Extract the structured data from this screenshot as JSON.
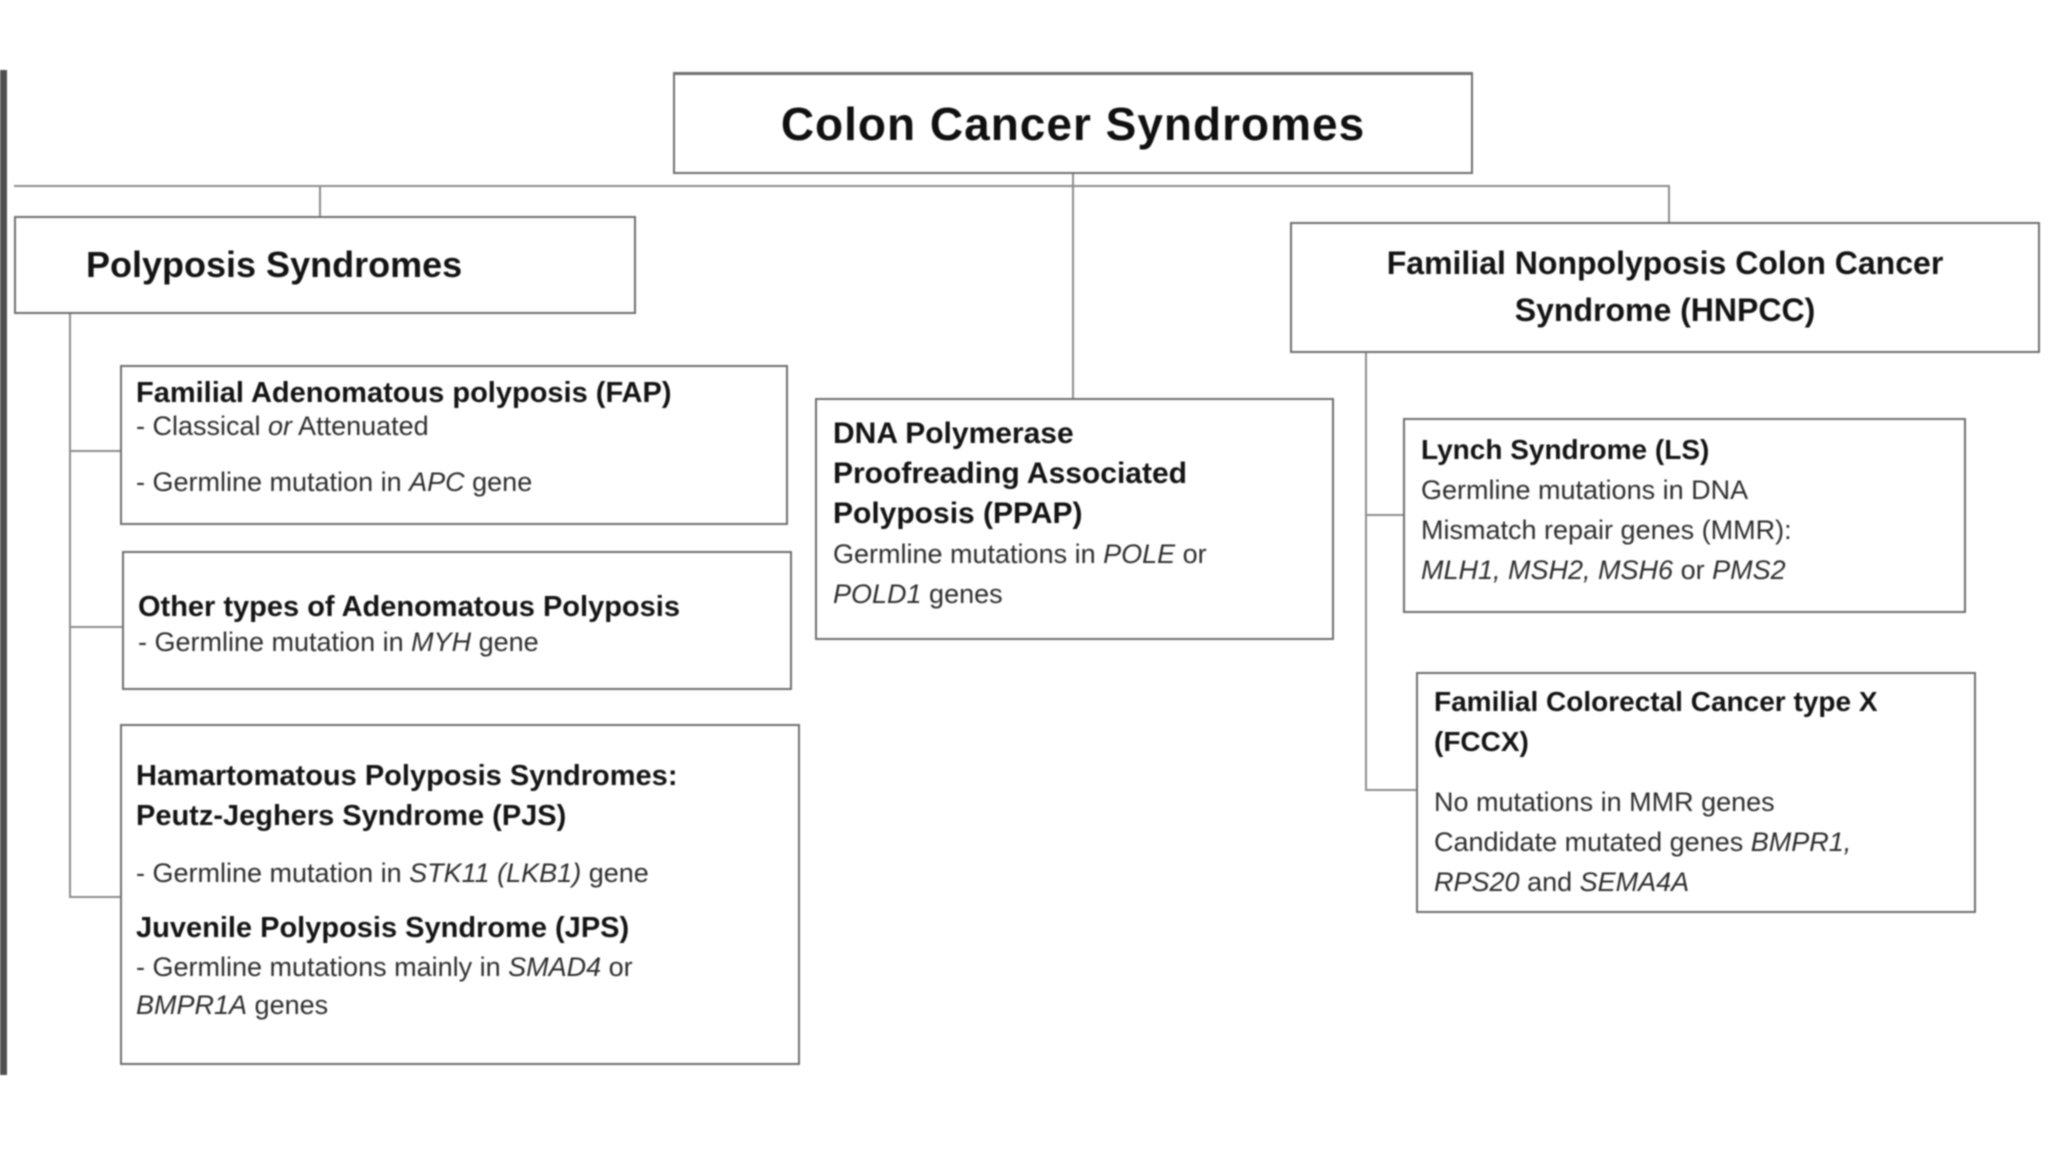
{
  "title": "Colon Cancer Syndromes",
  "polyposis": {
    "label": "Polyposis Syndromes",
    "fap": {
      "heading": "Familial Adenomatous polyposis (FAP)",
      "line1_pre": "- Classical ",
      "line1_italic": "or",
      "line1_post": " Attenuated",
      "line2_pre": "- Germline mutation in ",
      "line2_gene": "APC",
      "line2_post": " gene"
    },
    "other": {
      "heading": "Other types of Adenomatous Polyposis",
      "line1_pre": "- Germline mutation in ",
      "line1_gene": "MYH",
      "line1_post": " gene"
    },
    "hamartomatous": {
      "heading1": "Hamartomatous Polyposis Syndromes:",
      "heading2": "Peutz-Jeghers Syndrome (PJS)",
      "pjs_line_pre": "- Germline mutation in ",
      "pjs_line_gene": "STK11 (LKB1)",
      "pjs_line_post": " gene",
      "jps_heading": "Juvenile Polyposis Syndrome (JPS)",
      "jps_line1_pre": "- Germline mutations mainly in ",
      "jps_line1_gene": "SMAD4",
      "jps_line1_post": " or",
      "jps_line2_gene": "BMPR1A",
      "jps_line2_post": " genes"
    }
  },
  "ppap": {
    "heading1": "DNA Polymerase",
    "heading2": "Proofreading Associated",
    "heading3": "Polyposis (PPAP)",
    "line1_pre": "Germline mutations in ",
    "line1_gene": "POLE",
    "line1_post": " or",
    "line2_gene": "POLD1",
    "line2_post": " genes"
  },
  "hnpcc": {
    "label_line1": "Familial Nonpolyposis Colon Cancer",
    "label_line2": "Syndrome (HNPCC)",
    "lynch": {
      "heading": "Lynch Syndrome (LS)",
      "line1": "Germline mutations in DNA",
      "line2": "Mismatch repair genes (MMR):",
      "line3_i1": "MLH1, MSH2, MSH6",
      "line3_mid": " or ",
      "line3_i2": "PMS2"
    },
    "fccx": {
      "heading1": "Familial Colorectal Cancer type X",
      "heading2": "(FCCX)",
      "line1": "No mutations in MMR genes",
      "line2_pre": "Candidate mutated genes ",
      "line2_gene": "BMPR1,",
      "line3_g1": "RPS20",
      "line3_mid": " and ",
      "line3_g2": "SEMA4A"
    }
  },
  "colors": {
    "background": "#ffffff",
    "box_border": "#6f6f6f",
    "connector": "#8c8c8c",
    "text": "#1c1c1c",
    "left_bar": "#4f4f4f"
  }
}
